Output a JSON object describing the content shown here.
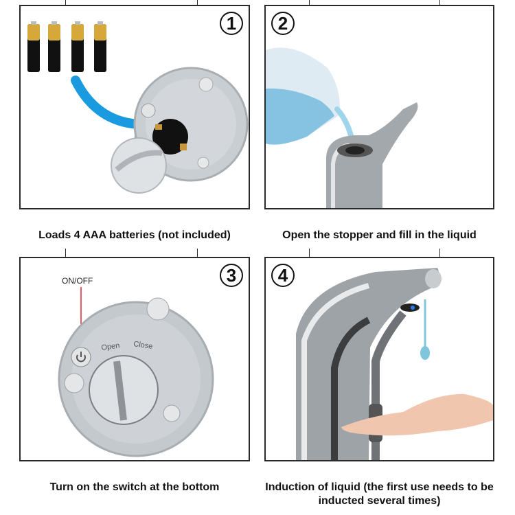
{
  "steps": [
    {
      "number": "1",
      "caption": "Loads 4 AAA batteries (not included)"
    },
    {
      "number": "2",
      "caption": "Open the stopper and fill in the liquid"
    },
    {
      "number": "3",
      "caption": "Turn on the switch at the bottom",
      "callout": "ON/OFF"
    },
    {
      "number": "4",
      "caption": "Induction of liquid (the first use needs to be inducted several times)"
    }
  ],
  "cap_labels": {
    "open": "Open",
    "close": "Close"
  },
  "colors": {
    "frame": "#2a2a2a",
    "arrow": "#1a9be0",
    "liquid": "#7fc6dd",
    "plastic": "#c9ced3",
    "chrome": "#9ea3a8"
  },
  "icons": [
    "battery-icon",
    "curved-arrow-icon",
    "power-icon"
  ]
}
